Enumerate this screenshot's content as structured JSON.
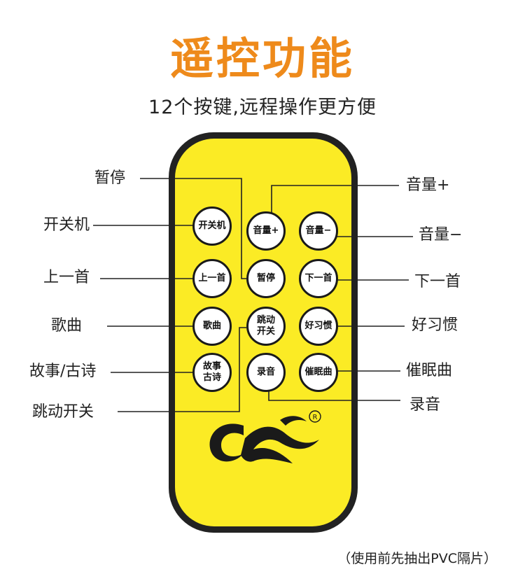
{
  "title": "遥控功能",
  "subtitle": "12个按键,远程操作更方便",
  "keys": {
    "power": "开关机",
    "vol_up": "音量+",
    "vol_down": "音量−",
    "prev": "上一首",
    "pause": "暂停",
    "next": "下一首",
    "songs": "歌曲",
    "jump": "跳动\n开关",
    "habits": "好习惯",
    "stories": "故事\n古诗",
    "record": "录音",
    "lullaby": "催眠曲"
  },
  "labels": {
    "pause": "暂停",
    "vol_up": "音量+",
    "power": "开关机",
    "vol_down": "音量−",
    "prev": "上一首",
    "next": "下一首",
    "songs": "歌曲",
    "habits": "好习惯",
    "stories": "故事/古诗",
    "lullaby": "催眠曲",
    "record": "录音",
    "jump": "跳动开关"
  },
  "footnote": "（使用前先抽出PVC隔片）",
  "colors": {
    "title": "#ee8a1b",
    "remote_body": "#fbeb25",
    "remote_border": "#222222"
  }
}
